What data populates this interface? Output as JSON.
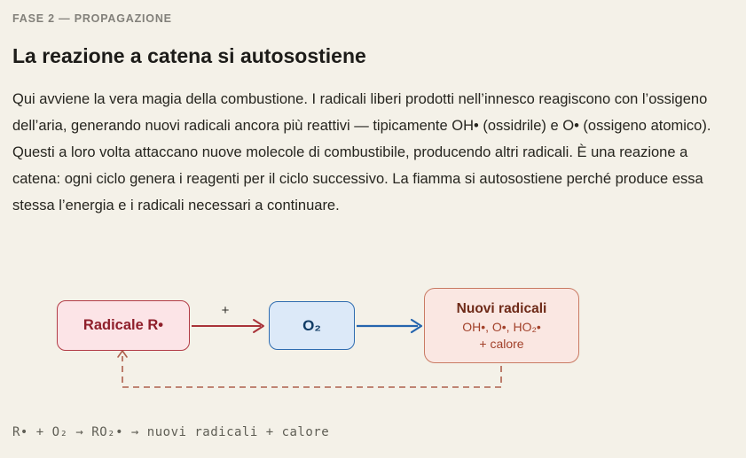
{
  "page": {
    "kicker": "FASE 2 — PROPAGAZIONE",
    "title": "La reazione a catena si autosostiene",
    "paragraph": "Qui avviene la vera magia della combustione. I radicali liberi prodotti nell’innesco reagiscono con l’ossigeno dell’aria, generando nuovi radicali ancora più reattivi — tipicamente OH• (ossidrile) e O• (ossigeno atomico). Questi a loro volta attaccano nuove molecole di combustibile, producendo altri radicali. È una reazione a catena: ogni ciclo genera i reagenti per il ciclo successivo. La fiamma si autosostiene perché produce essa stessa l’energia e i radicali necessari a continuare."
  },
  "diagram": {
    "box_radical": {
      "label": "Radicale R•"
    },
    "plus_sign": "+",
    "box_oxygen": {
      "label": "O₂"
    },
    "box_products": {
      "title": "Nuovi radicali",
      "line2": "OH•, O•, HO₂•",
      "line3": "+ calore"
    },
    "colors": {
      "radical_border": "#b23c46",
      "radical_fill": "#fce4e7",
      "oxygen_border": "#2e6cb0",
      "oxygen_fill": "#dce9f8",
      "products_border": "#c97a63",
      "products_fill": "#fae7e2",
      "arrow_red": "#a93339",
      "arrow_blue": "#2565ae",
      "feedback_dash": "#ad604c",
      "background": "#f4f1e8"
    }
  },
  "equation": "R• + O₂ → RO₂• → nuovi radicali + calore"
}
